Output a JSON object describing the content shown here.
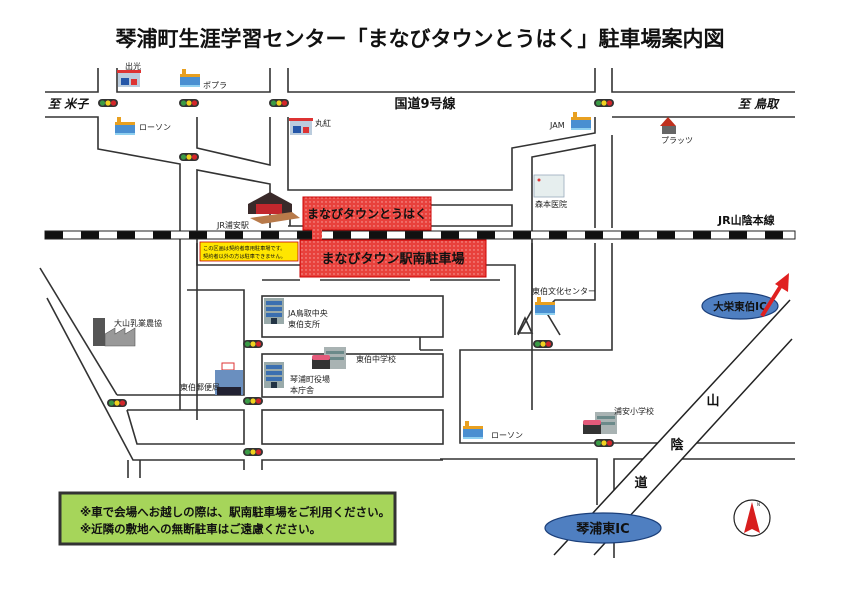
{
  "title": "琴浦町生涯学習センター「まなびタウンとうはく」駐車場案内図",
  "roads": {
    "route9": "国道9号線",
    "to_yonago": "至 米子",
    "to_tottori": "至 鳥取",
    "railway": "JR山陰本線",
    "expressway": [
      "山",
      "陰",
      "道"
    ]
  },
  "interchanges": {
    "daiei_tohaku": "大栄東伯IC",
    "kotoura_higashi": "琴浦東IC"
  },
  "facilities": {
    "manabi_town": "まなびタウンとうはく",
    "parking": "まなびタウン駅南駐車場",
    "station": "JR浦安駅",
    "parking_note": [
      "この区画は契約者専用駐車場です。",
      "契約者以外の方は駐車できません。"
    ]
  },
  "landmarks": {
    "idemitsu": "出光",
    "poplar": "ポプラ",
    "lawson_north": "ローソン",
    "marubeni": "丸紅",
    "jam": "JAM",
    "plats": "プラッツ",
    "morimoto": "森本医院",
    "bunka_center": "東伯文化センター",
    "daisen_milk": "大山乳業農協",
    "ja_tottori": [
      "JA鳥取中央",
      "東伯支所"
    ],
    "tohaku_jhs": "東伯中学校",
    "post_office": "東伯郵便局",
    "town_hall": [
      "琴浦町役場",
      "本庁舎"
    ],
    "urayasu_es": "浦安小学校",
    "lawson_south": "ローソン"
  },
  "notice": [
    "※車で会場へお越しの際は、駅南駐車場をご利用ください。",
    "※近隣の敷地への無断駐車はご遠慮ください。"
  ],
  "compass_label": "N",
  "colors": {
    "parking_red": "#e8413c",
    "note_yellow": "#ffe600",
    "notice_green": "#a6d55a",
    "ic_blue": "#4f7fc1",
    "arrow_red": "#e02020"
  }
}
